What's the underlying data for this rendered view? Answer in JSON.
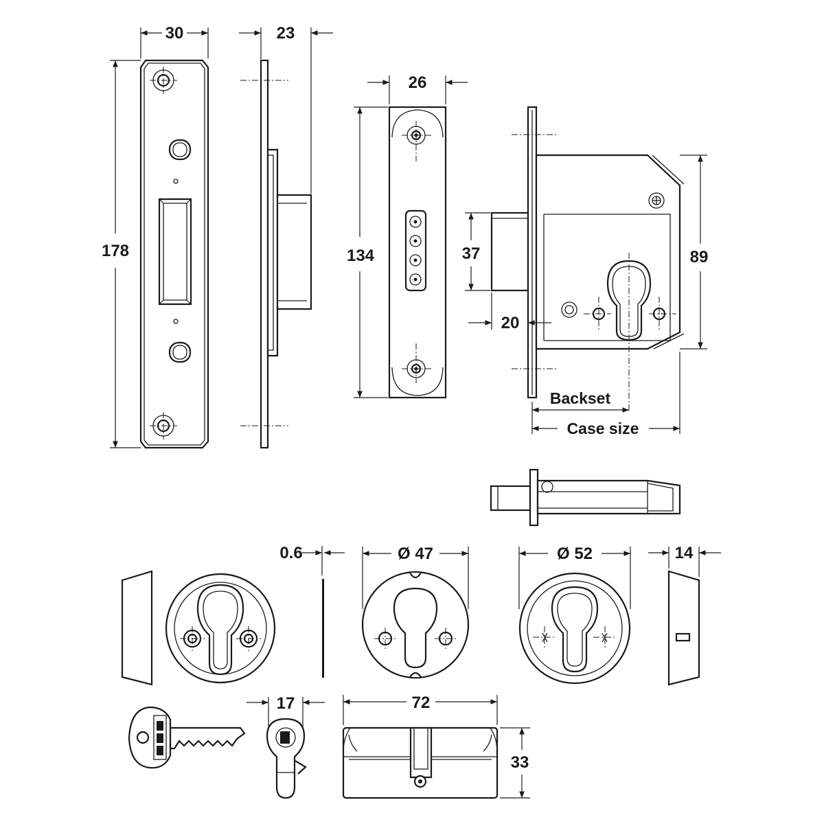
{
  "dimensions": {
    "faceplate_width": "30",
    "faceplate_depth": "23",
    "faceplate_height": "178",
    "strike_width": "26",
    "strike_height": "134",
    "bolt_height": "37",
    "bolt_throw": "20",
    "case_height": "89",
    "escutcheon_thickness": "0.6",
    "escutcheon_small_diameter": "Ø 47",
    "escutcheon_large_diameter": "Ø 52",
    "rose_depth": "14",
    "cylinder_width": "17",
    "cylinder_length": "72",
    "cylinder_height": "33"
  },
  "labels": {
    "backset": "Backset",
    "case_size": "Case size"
  }
}
